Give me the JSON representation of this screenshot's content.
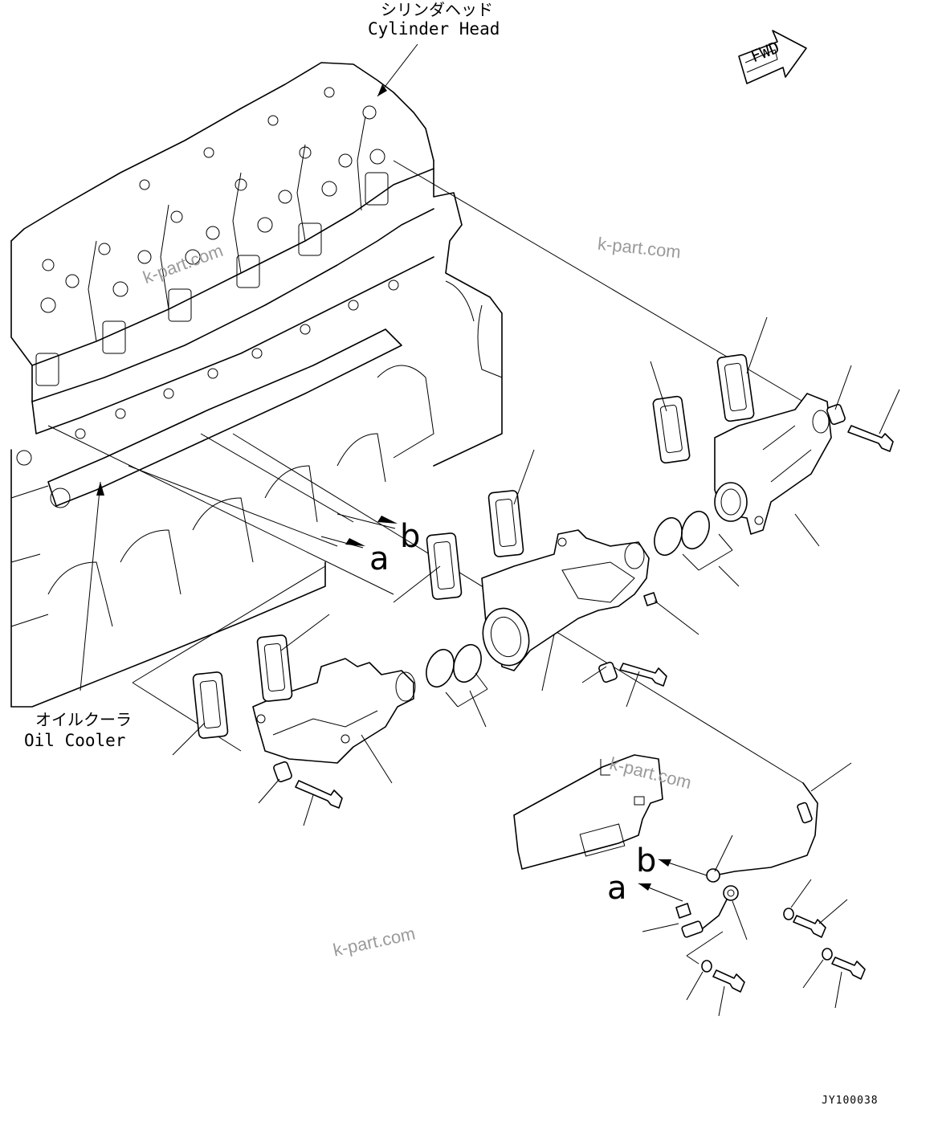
{
  "labels": {
    "cylinder_head_jp": "シリンダヘッド",
    "cylinder_head_en": "Cylinder Head",
    "oil_cooler_jp": "オイルクーラ",
    "oil_cooler_en": "Oil Cooler",
    "fwd": "FWD",
    "callout_a": "a",
    "callout_b": "b",
    "drawing_code": "JY100038"
  },
  "watermarks": [
    "k-part.com",
    "k-part.com",
    "k-part.com",
    "k-part.com"
  ]
}
